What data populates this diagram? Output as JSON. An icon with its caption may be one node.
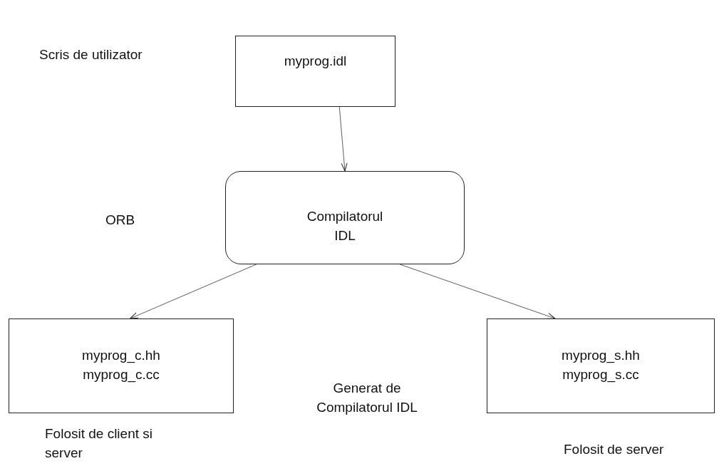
{
  "diagram": {
    "nodes": [
      {
        "text": [
          "myprog.idl"
        ]
      },
      {
        "text": [
          "Compilatorul IDL"
        ]
      },
      {
        "text": [
          "myprog_c.hh myprog_c.cc"
        ],
        "beside": [
          "Folosit de client si server"
        ]
      },
      {
        "text": [
          "myprog_s.hh myprog_s.cc"
        ],
        "beside": [
          "Folosit de server"
        ]
      }
    ],
    "edges": [
      {
        "from": 0,
        "to": 1,
        "arrow": "to"
      },
      {
        "from": 1,
        "to": 2,
        "arrow": "to"
      },
      {
        "from": 1,
        "to": 3,
        "arrow": "to"
      }
    ],
    "labels": [
      "Scris de utilizator",
      "ORB",
      "Generat de Compilatorul IDL"
    ]
  }
}
